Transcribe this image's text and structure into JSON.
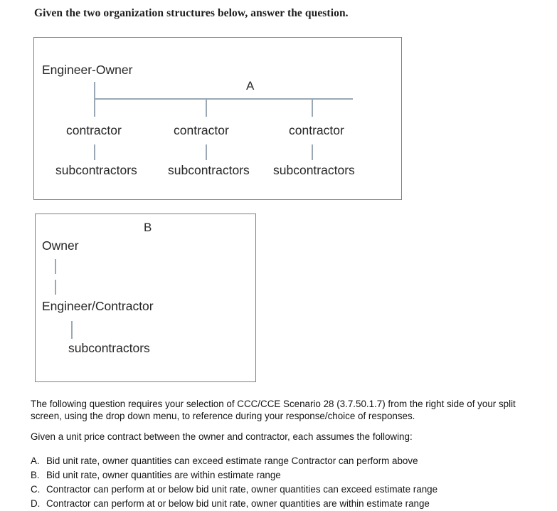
{
  "heading": "Given the two organization structures below, answer the question.",
  "diagram_a": {
    "label": "A",
    "root": "Engineer-Owner",
    "level2": [
      "contractor",
      "contractor",
      "contractor"
    ],
    "level3": [
      "subcontractors",
      "subcontractors",
      "subcontractors"
    ]
  },
  "diagram_b": {
    "label": "B",
    "root": "Owner",
    "middle": "Engineer/Contractor",
    "leaf": "subcontractors"
  },
  "prose": {
    "scenario": "The following question requires your selection of CCC/CCE Scenario 28 (3.7.50.1.7) from the right side of your split screen, using the drop down menu, to reference during your response/choice of responses.",
    "given": "Given a unit price contract between the owner and contractor, each assumes the following:"
  },
  "options": [
    {
      "letter": "A.",
      "text": "Bid unit rate, owner quantities can exceed estimate range Contractor can perform above"
    },
    {
      "letter": "B.",
      "text": "Bid unit rate, owner quantities are within estimate range"
    },
    {
      "letter": "C.",
      "text": "Contractor can perform at or below bid unit rate, owner quantities can exceed estimate range"
    },
    {
      "letter": "D.",
      "text": "Contractor can perform at or below bid unit rate, owner quantities are within estimate range"
    }
  ],
  "colors": {
    "connector_line": "#9aa8b5",
    "box_border": "#808080",
    "text": "#151515",
    "background": "#ffffff"
  }
}
